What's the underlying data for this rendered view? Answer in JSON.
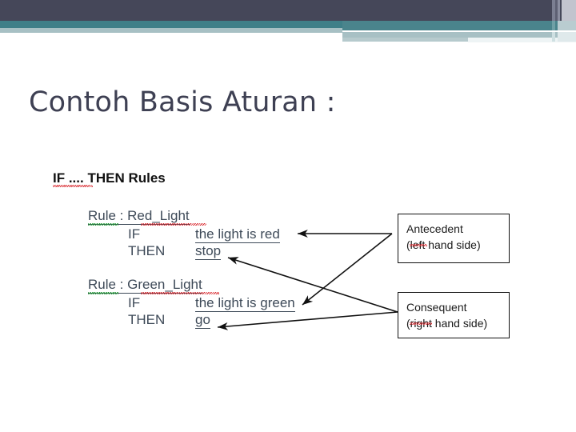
{
  "slide": {
    "title": "Contoh Basis Aturan :",
    "title_color": "#3e4053",
    "accent_navy": "#454759",
    "accent_teal": "#3f7f88",
    "accent_pale": "#a7c0c4"
  },
  "figure": {
    "heading": "IF .... THEN Rules",
    "rules": [
      {
        "title": "Rule : Red_Light",
        "if_keyword": "IF",
        "if_value": "the light is red",
        "then_keyword": "THEN",
        "then_value": "stop"
      },
      {
        "title": "Rule : Green_Light",
        "if_keyword": "IF",
        "if_value": "the light is green",
        "then_keyword": "THEN",
        "then_value": "go"
      }
    ],
    "callouts": [
      {
        "name": "antecedent",
        "line1": "Antecedent",
        "line2": "(left hand side)"
      },
      {
        "name": "consequent",
        "line1": "Consequent",
        "line2": "(right hand side)"
      }
    ],
    "spellcheck_marks": {
      "red_squiggle_color": "#d8262c",
      "green_squiggle_color": "#1f9c33"
    },
    "connectors": [
      {
        "from": "antecedent",
        "to": "the light is red"
      },
      {
        "from": "antecedent",
        "to": "the light is green"
      },
      {
        "from": "consequent",
        "to": "stop"
      },
      {
        "from": "consequent",
        "to": "go"
      }
    ]
  }
}
